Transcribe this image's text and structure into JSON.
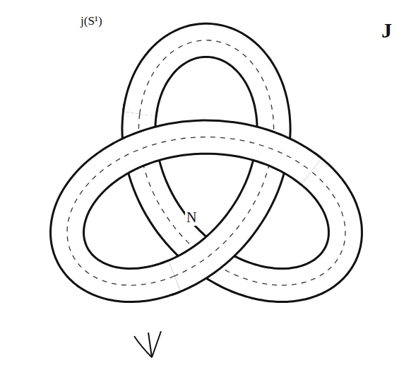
{
  "diagram": {
    "labels": [
      "j(S¹)",
      "N",
      "J"
    ]
  }
}
